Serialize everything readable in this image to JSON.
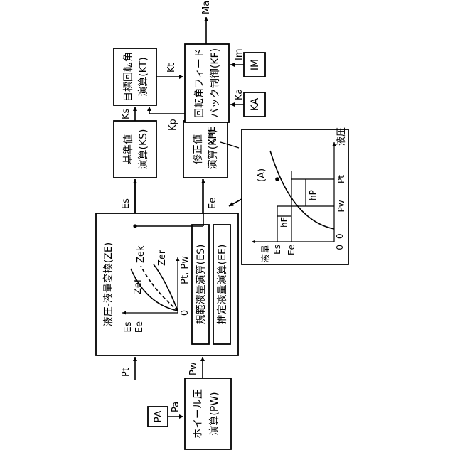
{
  "blocks": {
    "pw": {
      "line1": "ホイール圧",
      "line2": "演算(PW)"
    },
    "ze": {
      "title": "液圧-液量変換(ZE)",
      "sub1": "規範液量演算(ES)",
      "sub2": "推定液量演算(EE)"
    },
    "ks": {
      "line1": "基準値",
      "line2": "演算(KS)"
    },
    "kp": {
      "line1": "修正値",
      "line2": "演算(KP)"
    },
    "kt": {
      "line1": "目標回転角",
      "line2": "演算(KT)"
    },
    "kf": {
      "line1": "回転角フィード",
      "line2": "バック制御(KF)"
    }
  },
  "sensors": {
    "pa": "PA",
    "im": "IM",
    "ka": "KA"
  },
  "signals": {
    "pt": "Pt",
    "pa": "Pa",
    "pw": "Pw",
    "es": "Es",
    "ee": "Ee",
    "ks": "Ks",
    "kp": "Kp",
    "kt": "Kt",
    "ma": "Ma",
    "im": "Im",
    "ka": "Ka"
  },
  "ze_graph": {
    "yaxis1": "Es",
    "yaxis2": "Ee",
    "xaxis": "Pt, Pw",
    "origin": "0",
    "curves": [
      "Zef",
      "Zek",
      "Zer"
    ]
  },
  "xhe_graph": {
    "tag": "XHE",
    "yaxis": "液量",
    "xaxis": "液圧",
    "es": "Es",
    "ee": "Ee",
    "pw": "Pw",
    "pt": "Pt",
    "he": "hE",
    "hp": "hP",
    "point": "(A)",
    "origin_x": "0",
    "origin_y": "0"
  }
}
